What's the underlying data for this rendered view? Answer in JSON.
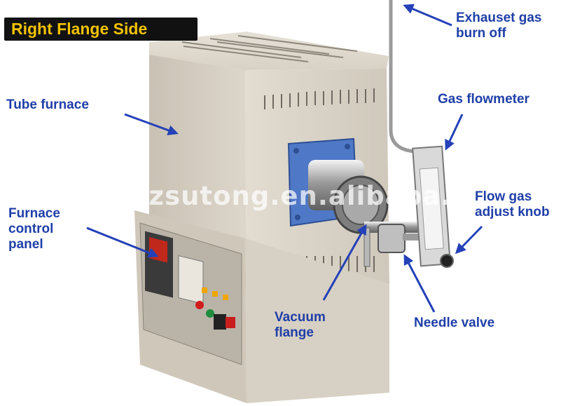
{
  "title": "Right Flange Side",
  "watermark": "zzsutong.en.alibaba.com",
  "labels": {
    "tube_furnace": "Tube furnace",
    "furnace_control_panel": [
      "Furnace",
      "control",
      "panel"
    ],
    "exhaust_gas": [
      "Exhauset gas",
      "burn off"
    ],
    "gas_flowmeter": "Gas flowmeter",
    "flow_gas_adjust_knob": [
      "Flow gas",
      "adjust knob"
    ],
    "vacuum_flange": [
      "Vacuum",
      "flange"
    ],
    "needle_valve": "Needle valve"
  },
  "colors": {
    "label_text": "#1f3fa8",
    "arrow": "#2441b8",
    "banner_bg": "#111111",
    "banner_text": "#f3c200",
    "furnace_body": "#d6cfc2",
    "flange_plate": "#4f78c6"
  }
}
